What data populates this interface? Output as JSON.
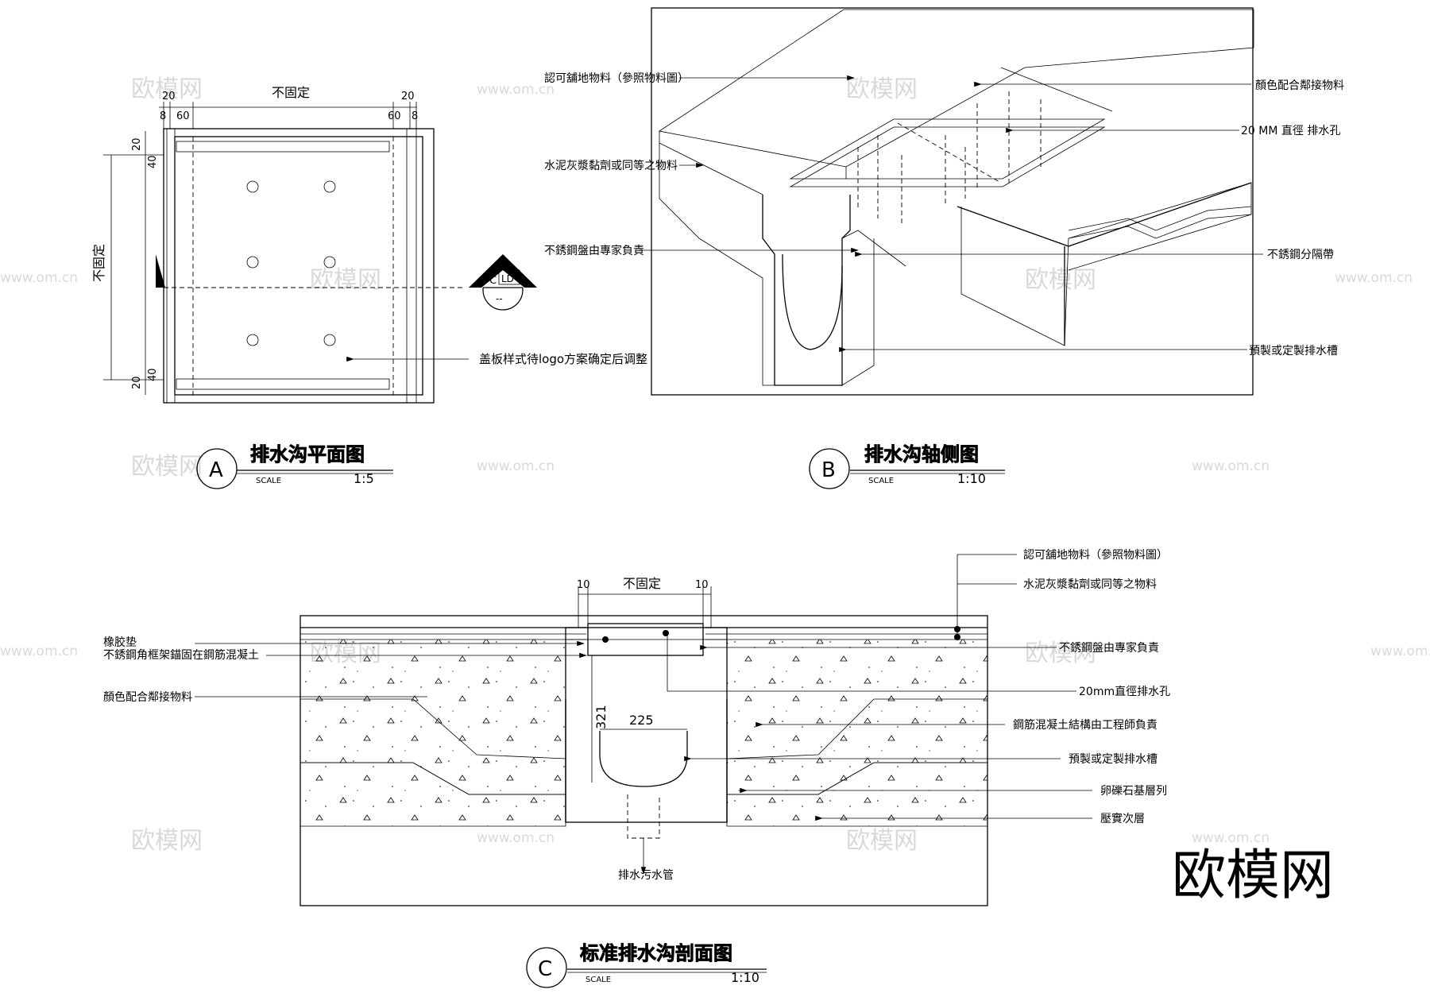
{
  "watermark": {
    "brand": "欧模网",
    "url": "www.om.cn"
  },
  "plan": {
    "top_dim": "不固定",
    "side_dim": "不固定",
    "dims": {
      "d20": "20",
      "d8": "8",
      "d60": "60",
      "d40": "40",
      "d60b": "60"
    },
    "note": "盖板样式待logo方案确定后调整",
    "section_mark": {
      "letter": "C",
      "code": "LD",
      "sub": "--"
    },
    "title": {
      "letter": "A",
      "name": "排水沟平面图",
      "scale_label": "SCALE",
      "scale": "1:5"
    }
  },
  "axon": {
    "labels": [
      "認可舖地物料（參照物料圖）",
      "水泥灰漿黏劑或同等之物料",
      "不銹鋼盤由專家負責",
      "顏色配合鄰接物料",
      "20 MM 直徑 排水孔",
      "不銹鋼分隔帶",
      "預製或定製排水槽"
    ],
    "title": {
      "letter": "B",
      "name": "排水沟轴侧图",
      "scale_label": "SCALE",
      "scale": "1:10"
    }
  },
  "section": {
    "top_dim": "不固定",
    "dim10a": "10",
    "dim10b": "10",
    "dim225": "225",
    "dim321": "321",
    "left_labels": [
      "橡胶垫",
      "不銹鋼角框架錨固在鋼筋混凝土",
      "顏色配合鄰接物料"
    ],
    "right_labels": [
      "認可舖地物料（參照物料圖）",
      "水泥灰漿黏劑或同等之物料",
      "不銹鋼盤由專家負責",
      "20mm直徑排水孔",
      "鋼筋混凝土結構由工程師負責",
      "預製或定製排水槽",
      "卵礫石基層列",
      "壓實次層"
    ],
    "pipe_label": "排水污水管",
    "title": {
      "letter": "C",
      "name": "标准排水沟剖面图",
      "scale_label": "SCALE",
      "scale": "1:10"
    }
  }
}
